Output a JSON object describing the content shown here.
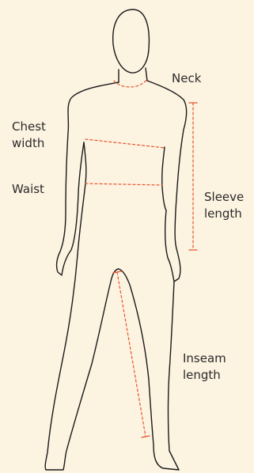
{
  "measurements": {
    "neck": {
      "label": "Neck"
    },
    "chest": {
      "line1": "Chest",
      "line2": "width"
    },
    "waist": {
      "label": "Waist"
    },
    "sleeve": {
      "line1": "Sleeve",
      "line2": "length"
    },
    "inseam": {
      "line1": "Inseam",
      "line2": "length"
    }
  },
  "colors": {
    "background": "#fdf3e1",
    "outline": "#1a1a1a",
    "measure_line": "#e8532c",
    "text": "#2a2a2a"
  }
}
